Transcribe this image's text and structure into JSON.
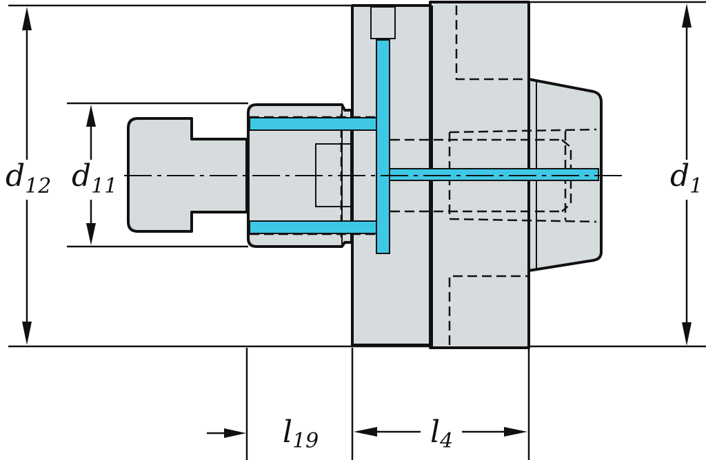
{
  "colors": {
    "part_fill": "#d6dbdd",
    "outline": "#111111",
    "coolant": "#3fc8e6"
  },
  "dimensions": {
    "d12": {
      "main": "d",
      "sub": "12"
    },
    "d11": {
      "main": "d",
      "sub": "11"
    },
    "d1": {
      "main": "d",
      "sub": "1"
    },
    "l19": {
      "main": "l",
      "sub": "19"
    },
    "l4": {
      "main": "l",
      "sub": "4"
    }
  }
}
